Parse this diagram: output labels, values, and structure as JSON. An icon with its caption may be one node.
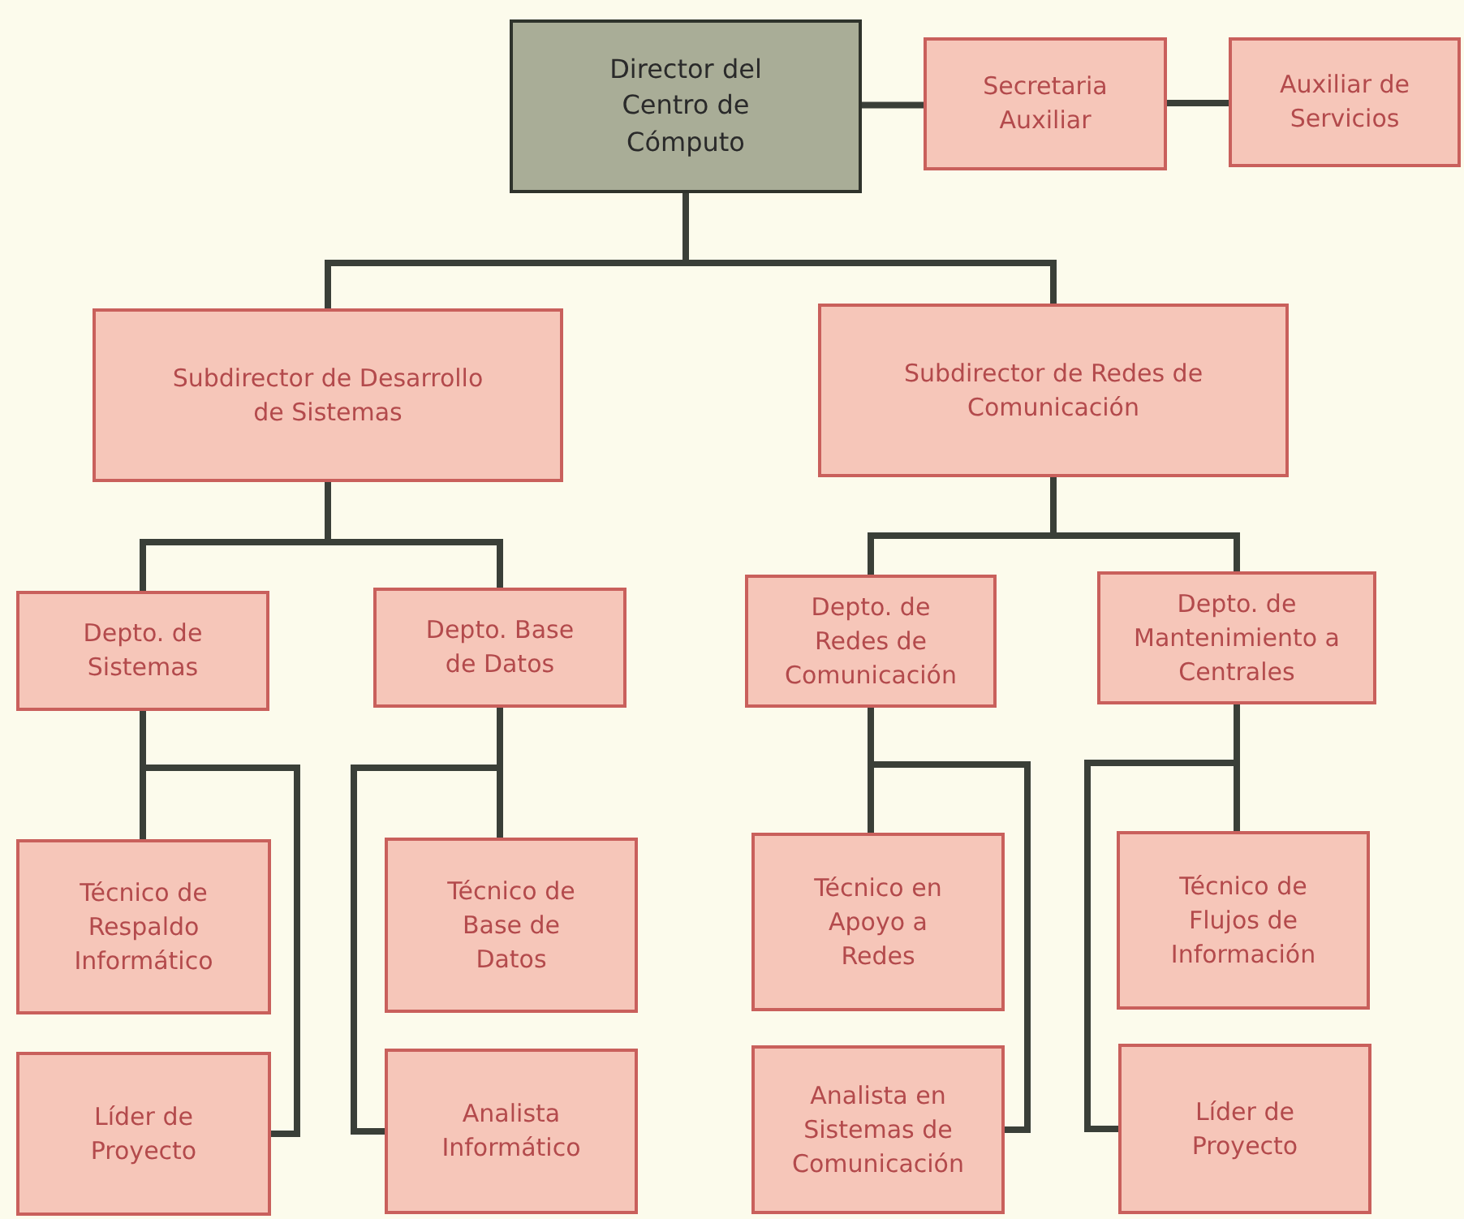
{
  "diagram": {
    "nodes": [
      {
        "text": [
          "Director del Centro de Cómputo"
        ]
      },
      {
        "text": [
          "Secretaria Auxiliar"
        ]
      },
      {
        "text": [
          "Auxiliar de Servicios"
        ]
      },
      {
        "text": [
          "Subdirector de Desarrollo de Sistemas"
        ]
      },
      {
        "text": [
          "Subdirector de Redes de Comunicación"
        ]
      },
      {
        "text": [
          "Depto. de Sistemas"
        ]
      },
      {
        "text": [
          "Depto. Base de Datos"
        ]
      },
      {
        "text": [
          "Depto. de Redes de Comunicación"
        ]
      },
      {
        "text": [
          "Depto. de Mantenimiento a Centrales"
        ]
      },
      {
        "text": [
          "Técnico de Respaldo Informático"
        ]
      },
      {
        "text": [
          "Líder de Proyecto"
        ]
      },
      {
        "text": [
          "Técnico de Base de Datos"
        ]
      },
      {
        "text": [
          "Analista Informático"
        ]
      },
      {
        "text": [
          "Técnico en Apoyo a Redes"
        ]
      },
      {
        "text": [
          "Analista en Sistemas de Comunicación"
        ]
      },
      {
        "text": [
          "Técnico de Flujos de Información"
        ]
      },
      {
        "text": [
          "Líder de Proyecto"
        ]
      }
    ],
    "edges": [
      {
        "from": 0,
        "to": 1,
        "arrow": "none"
      },
      {
        "from": 1,
        "to": 2,
        "arrow": "none"
      },
      {
        "from": 0,
        "to": 3,
        "arrow": "none"
      },
      {
        "from": 0,
        "to": 4,
        "arrow": "none"
      },
      {
        "from": 3,
        "to": 5,
        "arrow": "none"
      },
      {
        "from": 3,
        "to": 6,
        "arrow": "none"
      },
      {
        "from": 4,
        "to": 7,
        "arrow": "none"
      },
      {
        "from": 4,
        "to": 8,
        "arrow": "none"
      },
      {
        "from": 5,
        "to": 9,
        "arrow": "none"
      },
      {
        "from": 5,
        "to": 10,
        "arrow": "none"
      },
      {
        "from": 6,
        "to": 11,
        "arrow": "none"
      },
      {
        "from": 6,
        "to": 12,
        "arrow": "none"
      },
      {
        "from": 7,
        "to": 13,
        "arrow": "none"
      },
      {
        "from": 7,
        "to": 14,
        "arrow": "none"
      },
      {
        "from": 8,
        "to": 15,
        "arrow": "none"
      },
      {
        "from": 8,
        "to": 16,
        "arrow": "none"
      }
    ]
  }
}
